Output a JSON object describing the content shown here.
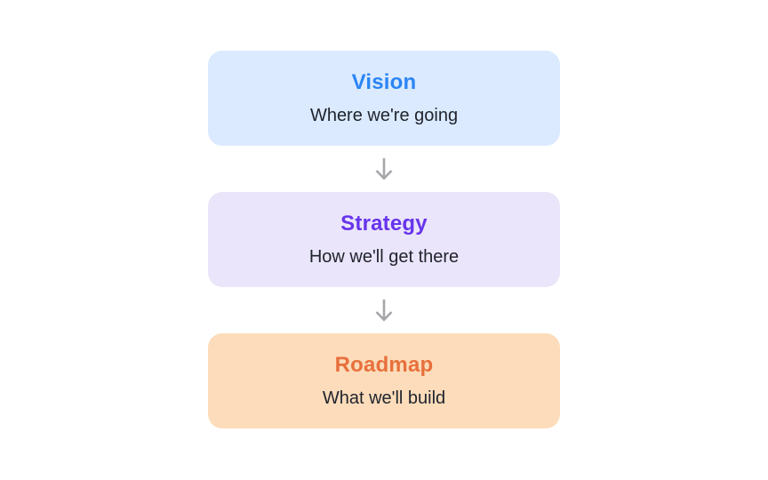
{
  "diagram": {
    "background": "#ffffff",
    "arrow_color": "#a6a6ab",
    "stages": [
      {
        "title": "Vision",
        "subtitle": "Where we're going",
        "bg": "#dbeafe",
        "title_color": "#2b85f5"
      },
      {
        "title": "Strategy",
        "subtitle": "How we'll get there",
        "bg": "#ebe5fb",
        "title_color": "#6634ec"
      },
      {
        "title": "Roadmap",
        "subtitle": "What we'll build",
        "bg": "#fcdcba",
        "title_color": "#e7703c"
      }
    ]
  }
}
